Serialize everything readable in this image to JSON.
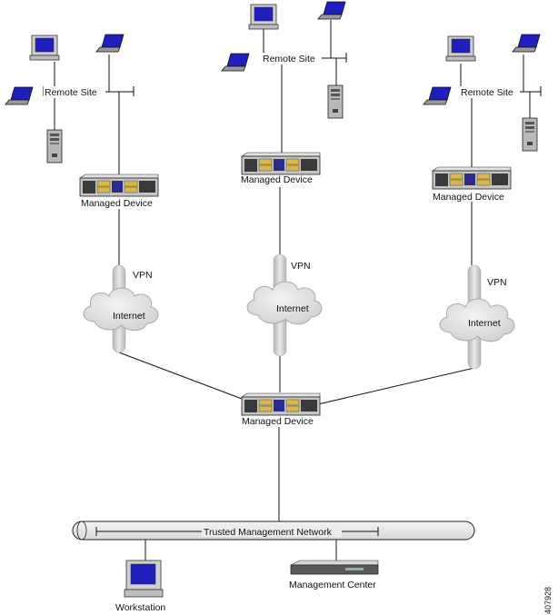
{
  "diagram": {
    "remote_sites": [
      {
        "label": "Remote Site",
        "device_label": "Managed Device"
      },
      {
        "label": "Remote Site",
        "device_label": "Managed Device"
      },
      {
        "label": "Remote Site",
        "device_label": "Managed Device"
      }
    ],
    "vpn_links": [
      {
        "vpn_label": "VPN",
        "cloud_label": "Internet"
      },
      {
        "vpn_label": "VPN",
        "cloud_label": "Internet"
      },
      {
        "vpn_label": "VPN",
        "cloud_label": "Internet"
      }
    ],
    "central_device_label": "Managed Device",
    "network_label": "Trusted Management Network",
    "workstation_label": "Workstation",
    "management_center_label": "Management Center",
    "figure_id": "407928"
  },
  "colors": {
    "line": "#111111",
    "screen": "#1f1fbf",
    "cloud": "#e3e3e3",
    "tube": "#d3d3d3",
    "device_body": "#c9c9c9"
  },
  "icons": [
    "desktop-computer-icon",
    "laptop-icon",
    "tower-server-icon",
    "managed-device-appliance-icon",
    "internet-cloud-icon",
    "vpn-tunnel-icon",
    "workstation-icon",
    "management-center-appliance-icon"
  ]
}
